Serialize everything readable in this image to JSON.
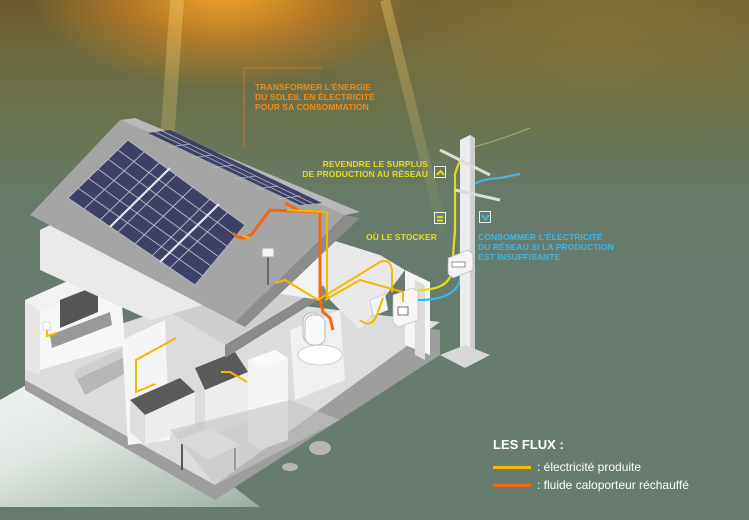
{
  "colors": {
    "background": "#677b6e",
    "electricite_produite": "#f5b800",
    "fluide_caloporteur": "#f06a14",
    "revente_reseau": "#e2dd1a",
    "consommation_reseau": "#3fb6e6",
    "label_orange": "#f08a1c"
  },
  "labels": {
    "transformer": {
      "lines": [
        "TRANSFORMER L'ÉNERGIE",
        "DU SOLEIL EN ÉLECTRICITÉ",
        "POUR SA CONSOMMATION"
      ]
    },
    "revendre": {
      "lines": [
        "REVENDRE LE SURPLUS",
        "DE PRODUCTION AU RÉSEAU"
      ],
      "icon": "arrow-up-icon"
    },
    "stocker": {
      "lines": [
        "OÙ LE STOCKER"
      ],
      "icon": "equals-icon"
    },
    "consommer": {
      "lines": [
        "CONSOMMER L'ÉLECTRICITÉ",
        "DU RÉSEAU SI LA PRODUCTION",
        "EST INSUFFISANTE"
      ],
      "icon": "arrow-down-icon"
    }
  },
  "legend": {
    "title": "LES FLUX :",
    "items": [
      {
        "label": ": électricité produite",
        "color": "#f5b800"
      },
      {
        "label": ": fluide caloporteur réchauffé",
        "color": "#f06a14"
      }
    ]
  }
}
